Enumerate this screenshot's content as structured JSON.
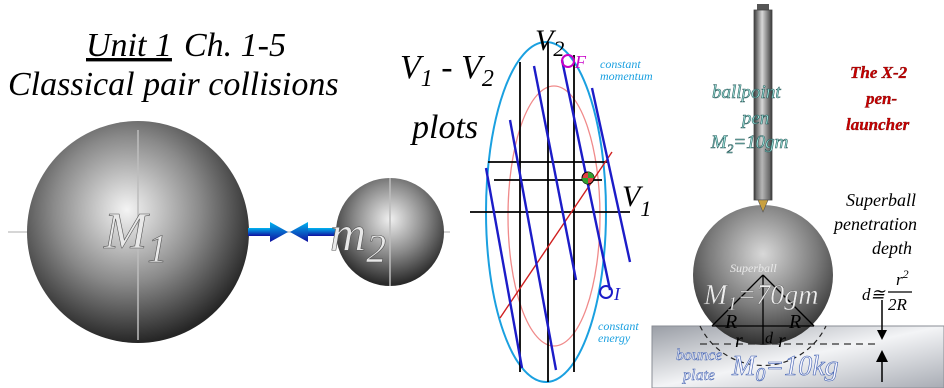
{
  "title": {
    "unit": "Unit 1",
    "chapters": " Ch. 1-5",
    "line2": "Classical pair collisions"
  },
  "balls": {
    "big_label": "M",
    "big_sub": "1",
    "small_label": "m",
    "small_sub": "2"
  },
  "plot": {
    "heading_v1": "V",
    "heading_v1_sub": "1",
    "heading_dash": " - ",
    "heading_v2": "V",
    "heading_v2_sub": "2",
    "heading_line2": "plots",
    "axis_v2": "V",
    "axis_v2_sub": "2",
    "axis_v1": "V",
    "axis_v1_sub": "1",
    "point_final": "F",
    "point_initial": "I",
    "label_momentum_1": "constant",
    "label_momentum_2": "momentum",
    "label_energy_1": "constant",
    "label_energy_2": "energy"
  },
  "launcher": {
    "title_1": "The X-2",
    "title_2": "pen-",
    "title_3": "launcher",
    "pen_1": "ballpoint",
    "pen_2": "pen",
    "pen_mass": "M",
    "pen_mass_sub": "2",
    "pen_mass_val": "=10gm",
    "superball_tag": "Superball",
    "ball_mass": "M",
    "ball_mass_sub": "1",
    "ball_mass_val": "=70gm",
    "R_left": "R",
    "R_right": "R",
    "r_left": "r",
    "r_right": "r",
    "d_label": "d",
    "depth_1": "Superball",
    "depth_2": "penetration",
    "depth_3": "depth",
    "formula_d": "d≅",
    "formula_num": "r",
    "formula_num_sup": "2",
    "formula_den": "2R",
    "plate_1": "bounce",
    "plate_2": "plate",
    "plate_mass": "M",
    "plate_mass_sub": "0",
    "plate_mass_val": "=10kg"
  },
  "colors": {
    "momentum_line": "#1c1cc8",
    "energy_ellipse": "#1aa0e0",
    "inner_ellipse": "#f08a8a",
    "launcher_title": "#c80000",
    "annotation": "#1aa0e0",
    "point_final": "#c800c8"
  }
}
